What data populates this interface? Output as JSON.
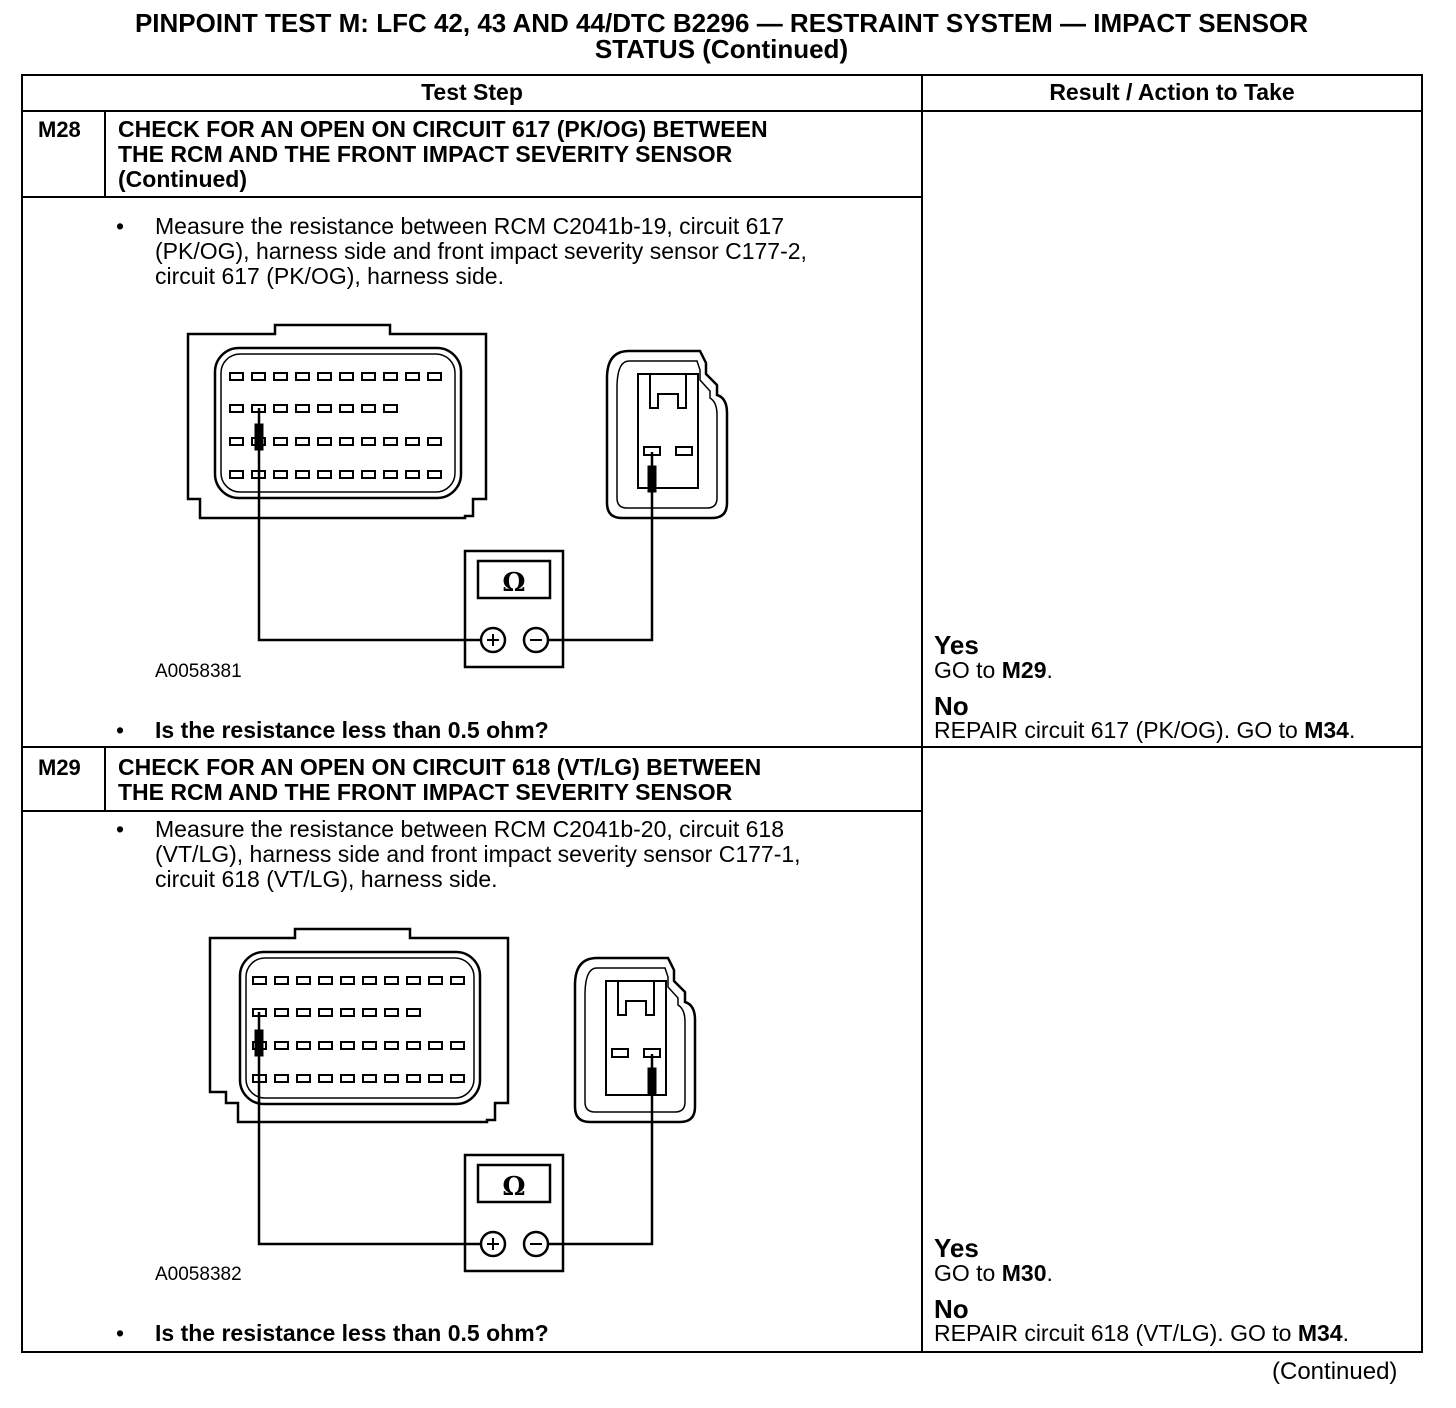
{
  "title": {
    "line1": "PINPOINT TEST  M: LFC 42, 43 AND 44/DTC B2296 — RESTRAINT SYSTEM — IMPACT SENSOR",
    "line2": "STATUS (Continued)"
  },
  "table": {
    "col_test_step": "Test Step",
    "col_result": "Result / Action to Take"
  },
  "steps": [
    {
      "id": "M28",
      "heading": [
        "CHECK FOR AN OPEN ON CIRCUIT 617 (PK/OG) BETWEEN",
        "THE RCM AND THE FRONT IMPACT SEVERITY SENSOR",
        "(Continued)"
      ],
      "instruction": [
        "Measure the resistance between RCM C2041b-19, circuit 617",
        "(PK/OG), harness side and front impact severity sensor C177-2,",
        "circuit 617 (PK/OG), harness side."
      ],
      "figure_id": "A0058381",
      "meter_symbol": "Ω",
      "question": "Is the resistance less than 0.5 ohm?",
      "yes_label": "Yes",
      "yes_action_prefix": "GO to ",
      "yes_target": "M29",
      "yes_suffix": ".",
      "no_label": "No",
      "no_action_prefix": "REPAIR circuit 617 (PK/OG). GO to ",
      "no_target": "M34",
      "no_suffix": "."
    },
    {
      "id": "M29",
      "heading": [
        "CHECK FOR AN OPEN ON CIRCUIT 618 (VT/LG) BETWEEN",
        "THE RCM AND THE FRONT IMPACT SEVERITY SENSOR"
      ],
      "instruction": [
        "Measure the resistance between RCM C2041b-20, circuit 618",
        "(VT/LG), harness side and front impact severity sensor C177-1,",
        "circuit 618 (VT/LG), harness side."
      ],
      "figure_id": "A0058382",
      "meter_symbol": "Ω",
      "question": "Is the resistance less than 0.5 ohm?",
      "yes_label": "Yes",
      "yes_action_prefix": "GO to ",
      "yes_target": "M30",
      "yes_suffix": ".",
      "no_label": "No",
      "no_action_prefix": "REPAIR circuit 618 (VT/LG). GO to ",
      "no_target": "M34",
      "no_suffix": "."
    }
  ],
  "footer": "(Continued)"
}
